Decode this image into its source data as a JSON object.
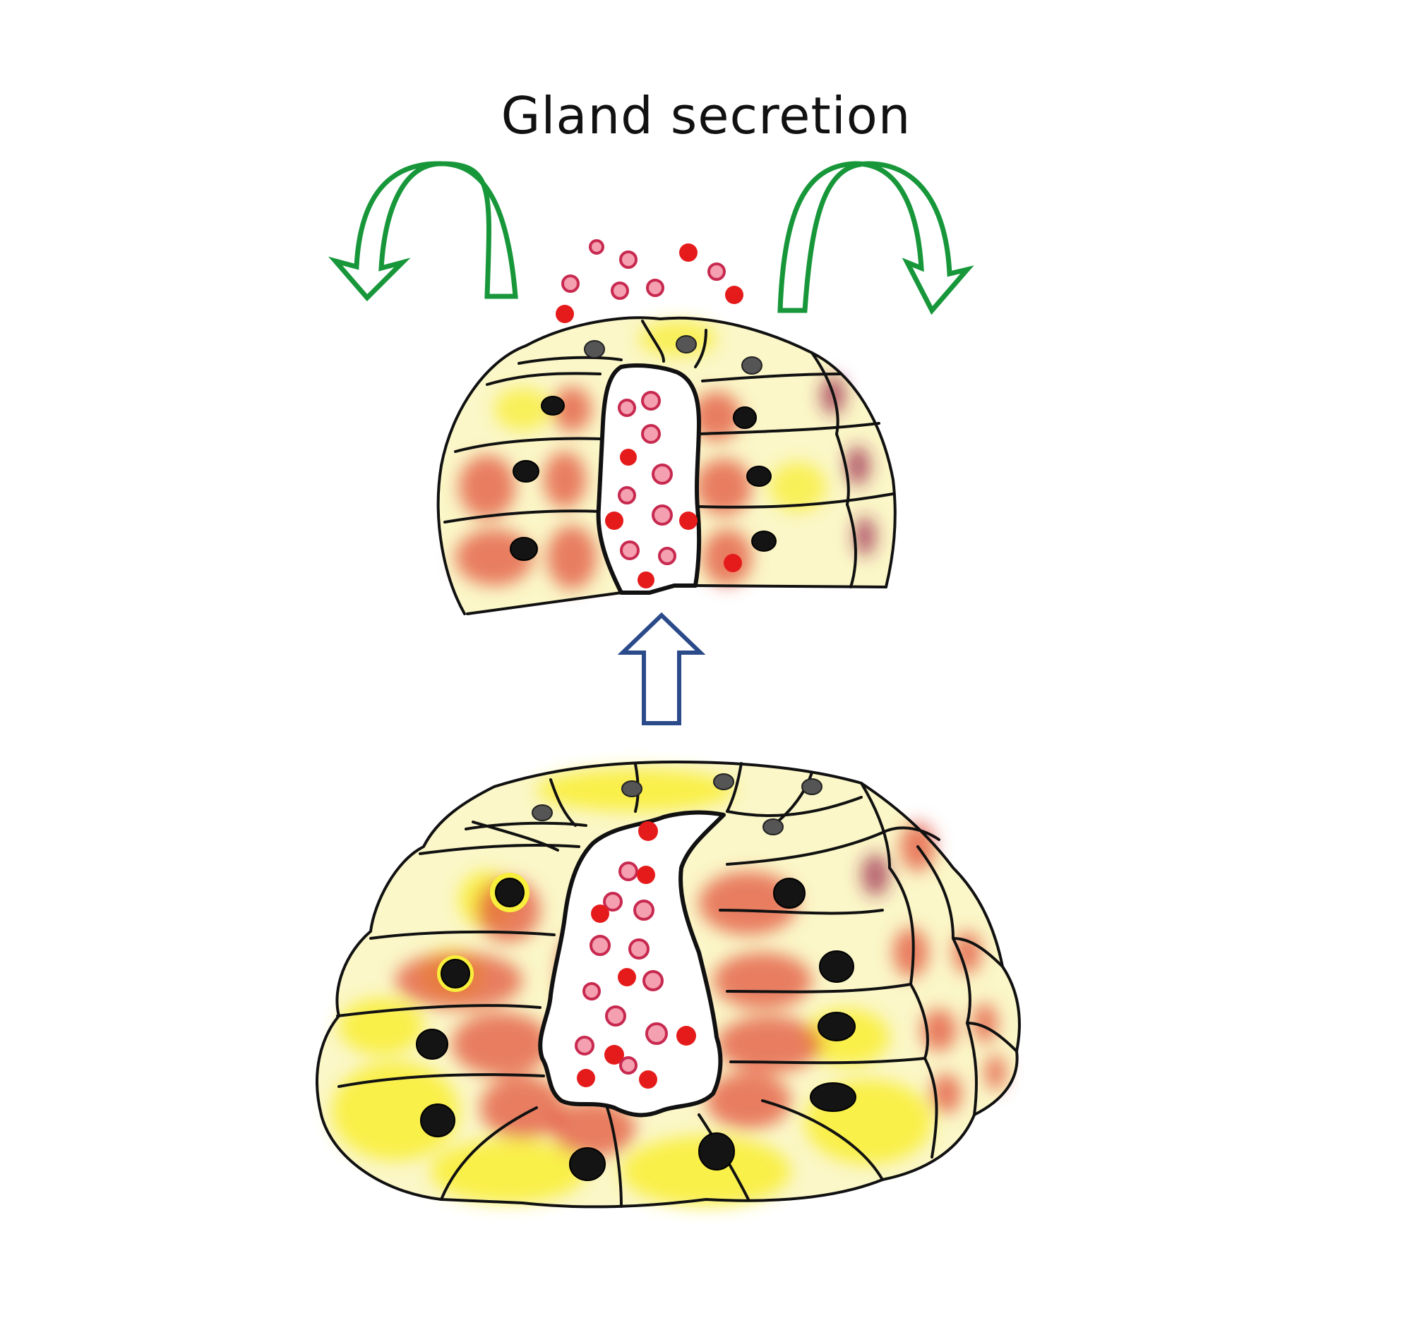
{
  "diagram": {
    "title": "Gland secretion",
    "colors": {
      "outline": "#111111",
      "cytoplasm_yellow": "#f8ee3c",
      "cytoplasm_pale": "#fbf7c8",
      "granule_red": "#e51b1b",
      "granule_ring": "#c8294f",
      "stain_red": "#e2543c",
      "stain_purple": "#9a2248",
      "nucleus": "#141414",
      "arrow_green": "#17973a",
      "arrow_blue": "#2a4a8a"
    },
    "icons": {
      "flow_arrows": "curved-outflow-arrow",
      "transition_arrow": "up-arrow"
    }
  }
}
